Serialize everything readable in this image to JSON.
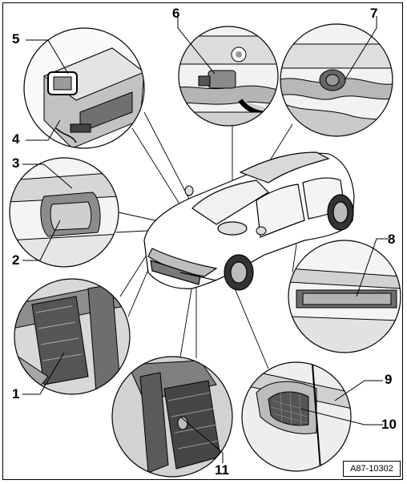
{
  "figure_id": "A87-10302",
  "callouts": [
    {
      "id": "c1",
      "text": "1"
    },
    {
      "id": "c2",
      "text": "2"
    },
    {
      "id": "c3",
      "text": "3"
    },
    {
      "id": "c4",
      "text": "4"
    },
    {
      "id": "c5",
      "text": "5"
    },
    {
      "id": "c6",
      "text": "6"
    },
    {
      "id": "c7",
      "text": "7"
    },
    {
      "id": "c8",
      "text": "8"
    },
    {
      "id": "c9",
      "text": "9"
    },
    {
      "id": "c10",
      "text": "10"
    },
    {
      "id": "c11",
      "text": "11"
    }
  ],
  "colors": {
    "ink": "#000000",
    "shade_light": "#e6e6e6",
    "shade_mid": "#a8a8a8",
    "shade_dark": "#4a4a4a"
  }
}
